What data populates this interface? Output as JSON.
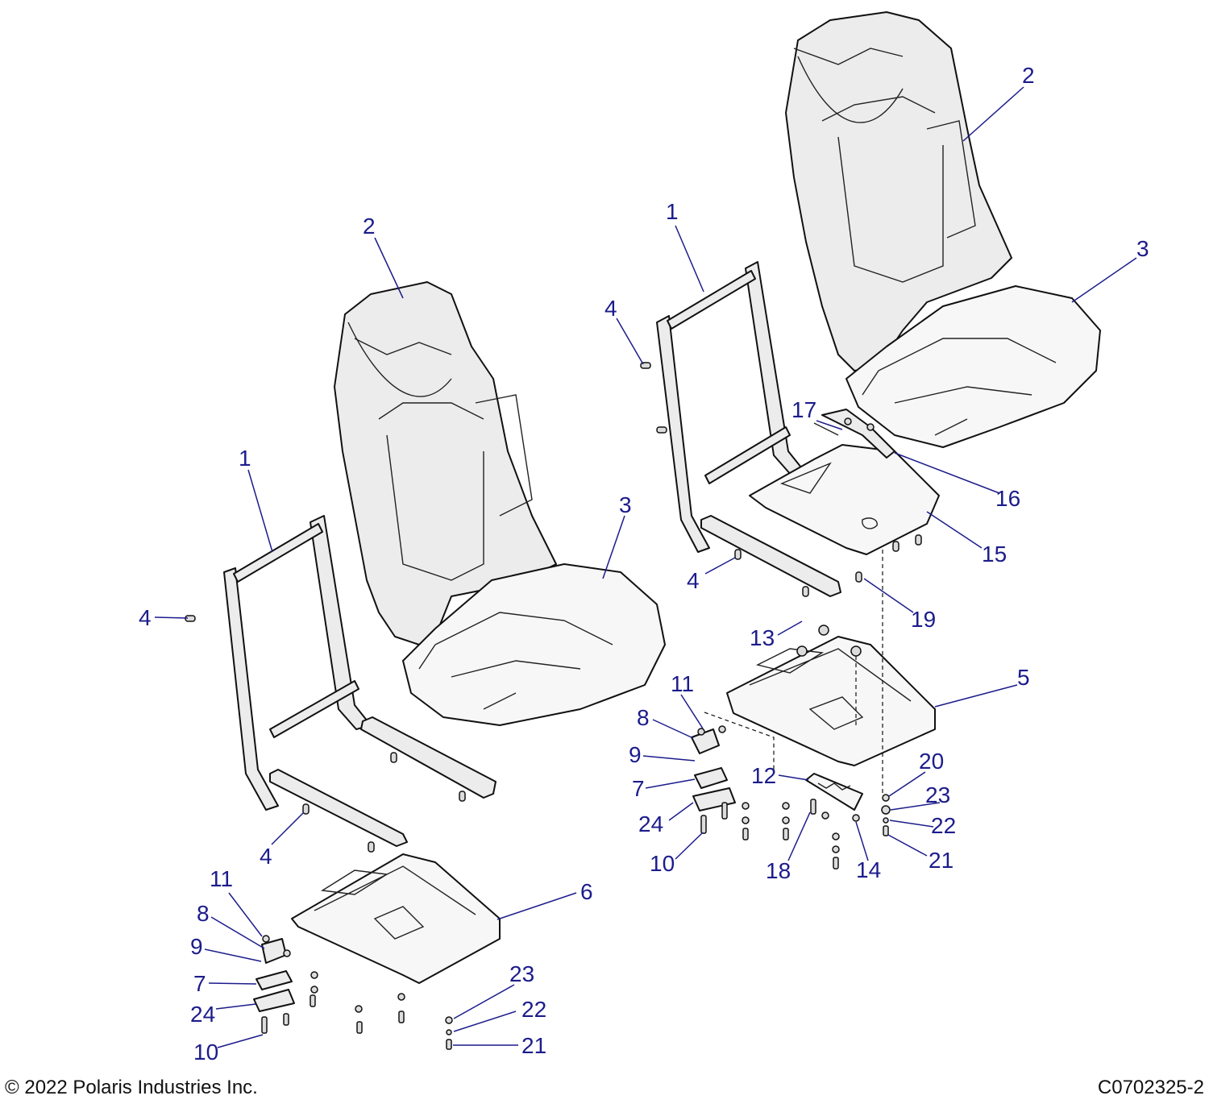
{
  "diagram": {
    "callouts": {
      "c1": "1",
      "c2": "2",
      "c3": "3",
      "c4": "4",
      "c5": "5",
      "c6": "6",
      "c7": "7",
      "c8": "8",
      "c9": "9",
      "c10": "10",
      "c11": "11",
      "c12": "12",
      "c13": "13",
      "c14": "14",
      "c15": "15",
      "c16": "16",
      "c17": "17",
      "c18": "18",
      "c19": "19",
      "c20": "20",
      "c21": "21",
      "c22": "22",
      "c23": "23",
      "c24": "24"
    }
  },
  "footer": {
    "copyright": "© 2022 Polaris Industries Inc.",
    "drawing_id": "C0702325-2"
  }
}
